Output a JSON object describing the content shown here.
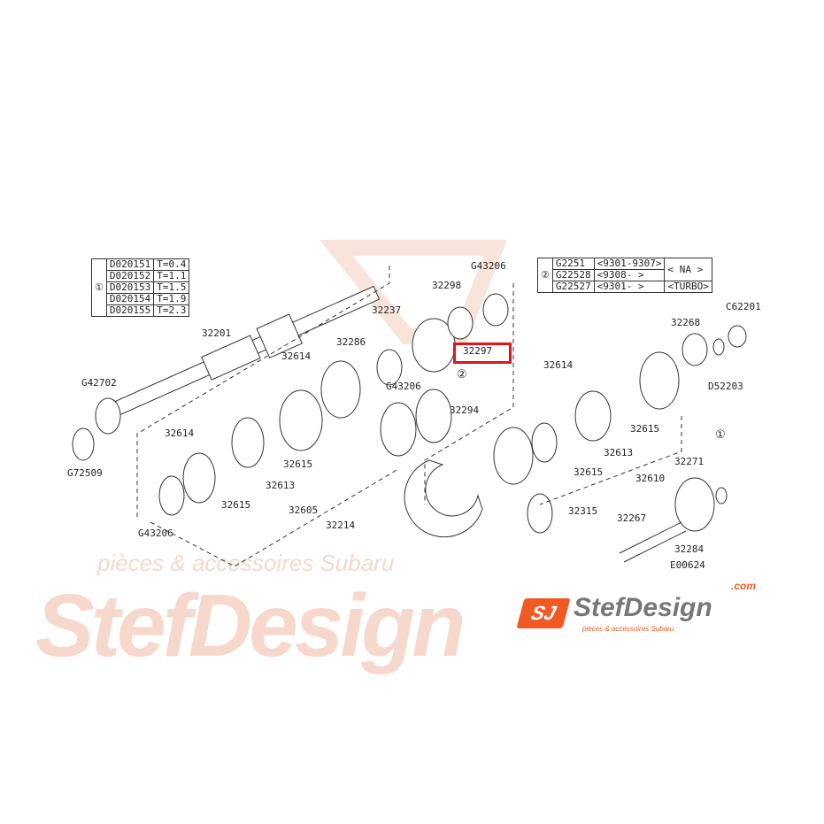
{
  "table_1": {
    "marker": "①",
    "rows": [
      {
        "part": "D020151",
        "value": "T=0.4"
      },
      {
        "part": "D020152",
        "value": "T=1.1"
      },
      {
        "part": "D020153",
        "value": "T=1.5"
      },
      {
        "part": "D020154",
        "value": "T=1.9"
      },
      {
        "part": "D020155",
        "value": "T=2.3"
      }
    ]
  },
  "table_2": {
    "marker": "②",
    "rows": [
      {
        "part": "G2251",
        "range": "<9301-9307>",
        "model": "< NA >"
      },
      {
        "part": "G22528",
        "range": "<9308-    >"
      },
      {
        "part": "G22527",
        "range": "<9301-    >",
        "model": "<TURBO>"
      }
    ]
  },
  "labels": [
    "G43206",
    "32298",
    "32237",
    "32201",
    "32286",
    "32297",
    "32614",
    "G43206",
    "②",
    "32614",
    "32268",
    "C62201",
    "D52203",
    "G42702",
    "32294",
    "32614",
    "32615",
    "32613",
    "32615",
    "32605",
    "32214",
    "G72509",
    "G43206",
    "32615",
    "32613",
    "32610",
    "32615",
    "32271",
    "①",
    "32315",
    "32267",
    "32284",
    "E00624"
  ],
  "highlighted_part": "32297",
  "highlight_color": "#e0141b",
  "logo": {
    "brand": "StefDesign",
    "suffix": ".com",
    "tagline": "pièces & accessoires Subaru",
    "accent": "#f05a22"
  },
  "watermark": {
    "text": "StefDesign",
    "tagline": "pièces & accessoires Subaru"
  }
}
